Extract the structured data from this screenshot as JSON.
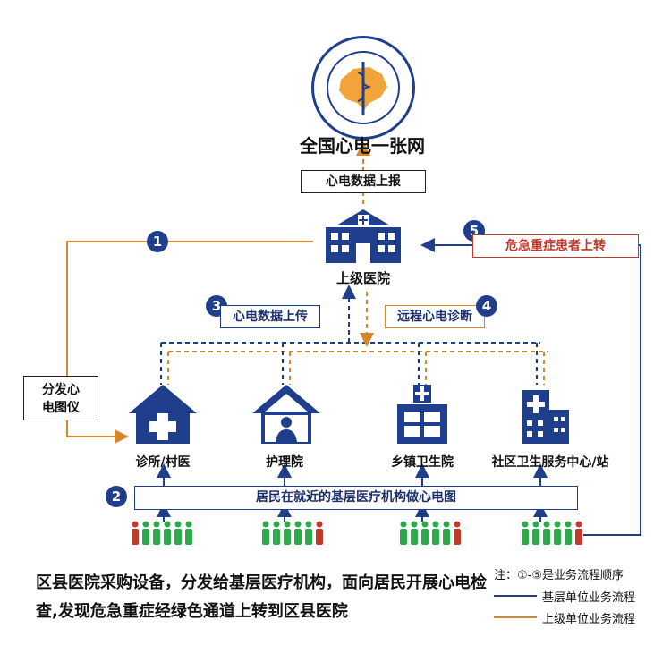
{
  "top_title": "全国心电一张网",
  "report_label": "心电数据上报",
  "hospital_label": "上级医院",
  "step1_number": "1",
  "step2_number": "2",
  "step3_number": "3",
  "step4_number": "4",
  "step5_number": "5",
  "distribute_label": "分发心\n电图仪",
  "upload_label": "心电数据上传",
  "remote_label": "远程心电诊断",
  "transfer_label": "危急重症患者上转",
  "facilities": [
    {
      "label": "诊所/村医"
    },
    {
      "label": "护理院"
    },
    {
      "label": "乡镇卫生院"
    },
    {
      "label": "社区卫生服务中心/站"
    }
  ],
  "residents_label": "居民在就近的基层医疗机构做心电图",
  "bottom_text": "区县医院采购设备，分发给基层医疗机构，面向居民开展心电检查,发现危急重症经绿色通道上转到区县医院",
  "legend": {
    "note": "注：①-⑤是业务流程顺序",
    "navy_label": "基层单位业务流程",
    "orange_label": "上级单位业务流程"
  },
  "colors": {
    "navy": "#1f3f8c",
    "orange": "#d7872b",
    "red": "#c0392b",
    "green": "#2faa4a"
  },
  "icons": [
    "chest-pain-center-logo",
    "hospital-icon",
    "clinic-icon",
    "nursing-home-icon",
    "township-health-center-icon",
    "community-health-center-icon",
    "person-icon"
  ]
}
